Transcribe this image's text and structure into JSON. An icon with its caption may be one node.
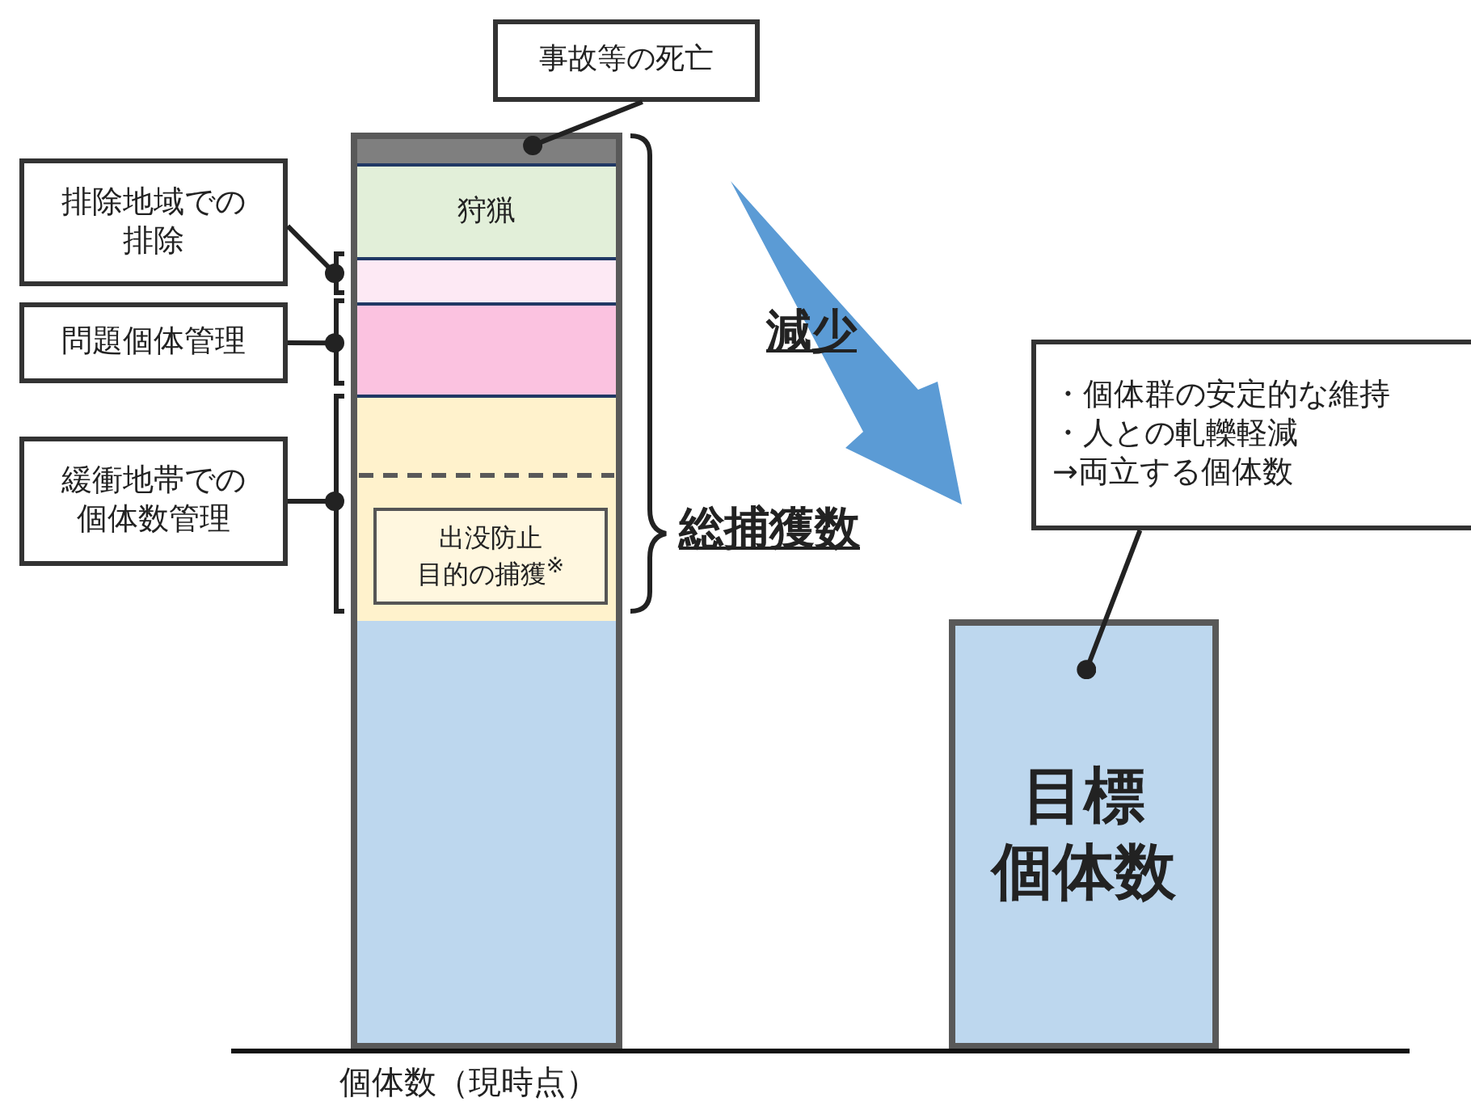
{
  "diagram": {
    "nodes": [
      {
        "text": [
          "事故等の死亡"
        ]
      },
      {
        "text": [],
        "shape": "bar",
        "beside": [
          "個体数（現時点）"
        ]
      },
      {
        "text": [],
        "shape": "bar",
        "in": 1
      },
      {
        "text": [
          "狩猟"
        ],
        "in": 1
      },
      {
        "text": [],
        "shape": "bar",
        "in": 1
      },
      {
        "text": [],
        "shape": "bar",
        "in": 1
      },
      {
        "text": [],
        "shape": "bar",
        "in": 1
      },
      {
        "text": [
          "出没防止",
          "目的の捕獲$^{※}$"
        ],
        "in": 6
      },
      {
        "text": [],
        "shape": "bar",
        "in": 1
      },
      {
        "text": [
          "排除地域での排除"
        ]
      },
      {
        "text": [
          "問題個体管理"
        ]
      },
      {
        "text": [
          "緩衝地帯での個体数管理"
        ]
      },
      {
        "text": [
          "・個体群の安定的な維持",
          "・人との軋轢軽減",
          "→両立する個体数"
        ]
      },
      {
        "text": [
          "目標",
          "個体数"
        ]
      }
    ],
    "edges": [
      {
        "from": 0,
        "to": 2,
        "arrow": "other"
      },
      {
        "from": 9,
        "to": 4,
        "arrow": "other"
      },
      {
        "from": 10,
        "to": 5,
        "arrow": "other"
      },
      {
        "from": 11,
        "to": 6,
        "arrow": "other"
      },
      {
        "from": 12,
        "to": 13,
        "arrow": "other"
      }
    ],
    "labels": [
      "減少",
      "総捕獲数"
    ]
  }
}
